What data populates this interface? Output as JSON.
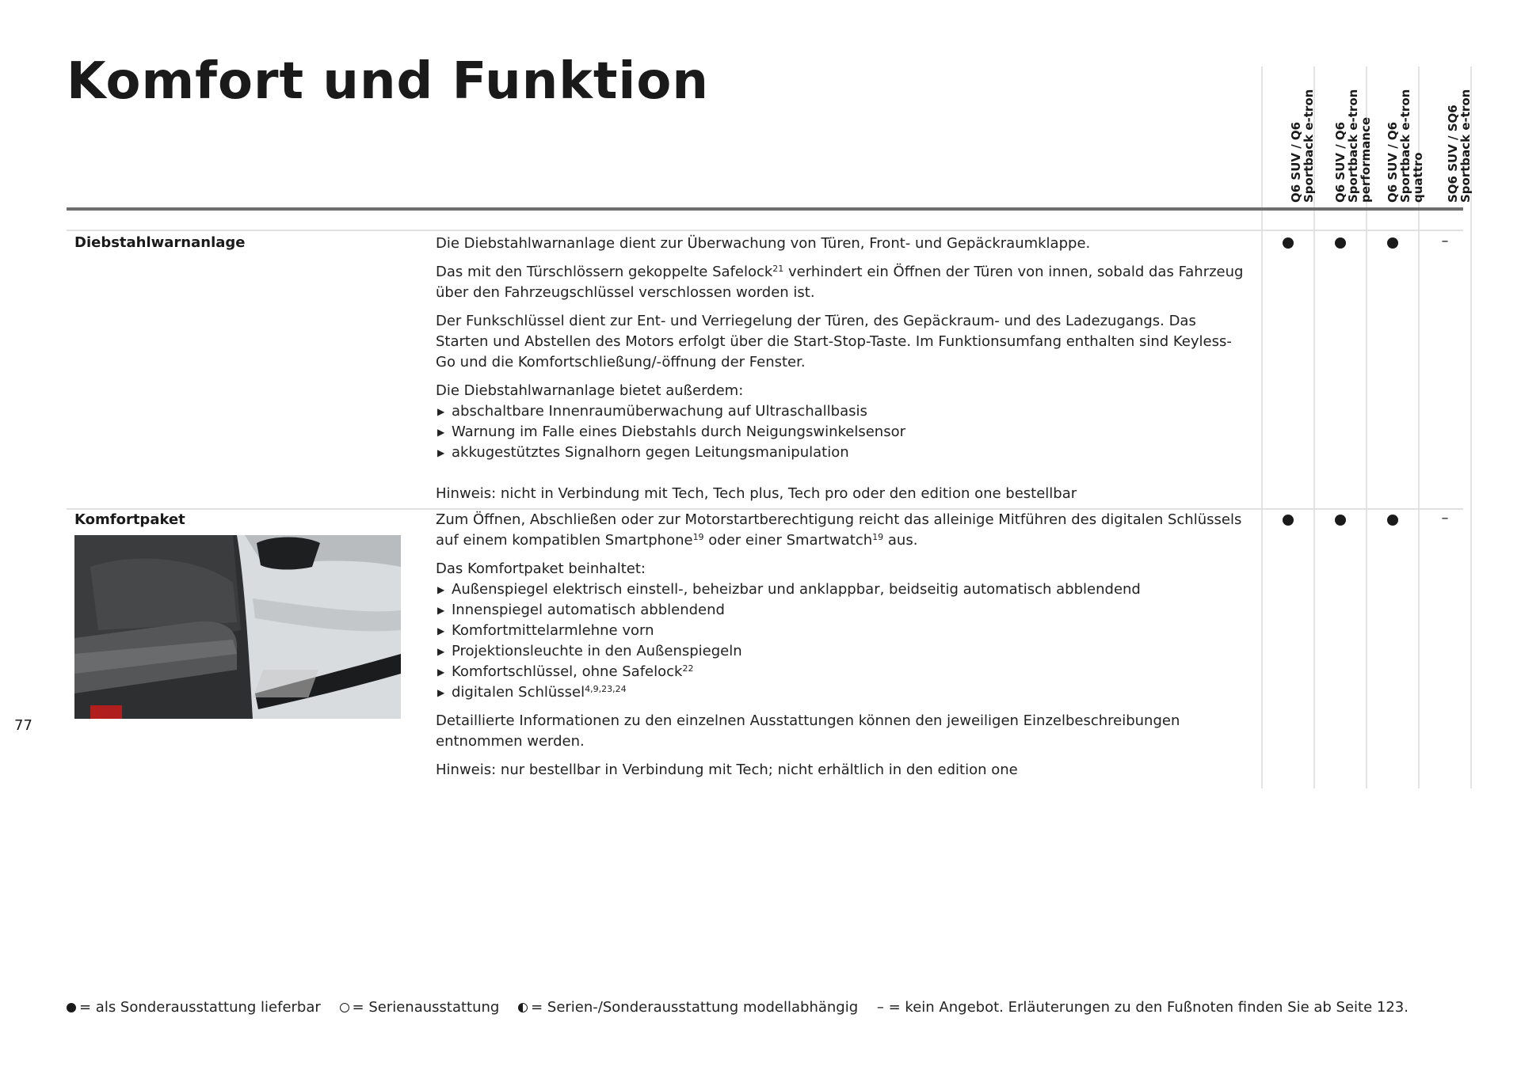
{
  "page": {
    "title": "Komfort und Funktion",
    "page_number": "77"
  },
  "columns": [
    {
      "line1": "Q6 SUV / Q6",
      "line2": "Sportback e-tron",
      "line3": ""
    },
    {
      "line1": "Q6 SUV / Q6",
      "line2": "Sportback e-tron",
      "line3": "performance"
    },
    {
      "line1": "Q6 SUV / Q6",
      "line2": "Sportback e-tron",
      "line3": "quattro"
    },
    {
      "line1": "SQ6 SUV / SQ6",
      "line2": "Sportback e-tron",
      "line3": ""
    }
  ],
  "rows": [
    {
      "label": "Diebstahlwarnanlage",
      "p1": "Die Diebstahlwarnanlage dient zur Überwachung von Türen, Front- und Gepäckraumklappe.",
      "p2a": "Das mit den Türschlössern gekoppelte Safelock",
      "p2sup": "21",
      "p2b": " verhindert ein Öffnen der Türen von innen, sobald das Fahrzeug über den Fahrzeugschlüssel verschlossen worden ist.",
      "p3": "Der Funkschlüssel dient zur Ent- und Verriegelung der Türen, des Gepäckraum- und des Ladezugangs. Das Starten und Abstellen des Motors erfolgt über die Start-Stop-Taste. Im Funktionsumfang enthalten sind Keyless-Go und die Komfortschließung/-öffnung der Fenster.",
      "list_intro": "Die Diebstahlwarnanlage bietet außerdem:",
      "bullets": [
        "abschaltbare Innenraumüberwachung auf Ultraschallbasis",
        "Warnung im Falle eines Diebstahls durch Neigungswinkelsensor",
        "akkugestütztes Signalhorn gegen Leitungsmanipulation"
      ],
      "note": "Hinweis: nicht in Verbindung mit Tech, Tech plus, Tech pro oder den edition one bestellbar",
      "availability": [
        "full",
        "full",
        "full",
        "none"
      ]
    },
    {
      "label": "Komfortpaket",
      "p1a": "Zum Öffnen, Abschließen oder zur Motorstartberechtigung reicht das alleinige Mitführen des digitalen Schlüssels auf einem kompatiblen Smartphone",
      "p1sup1": "19",
      "p1b": " oder einer Smartwatch",
      "p1sup2": "19",
      "p1c": " aus.",
      "list_intro": "Das Komfortpaket beinhaltet:",
      "bullets": [
        {
          "text": "Außenspiegel elektrisch einstell-, beheizbar und anklappbar, beidseitig automatisch abblendend",
          "sup": ""
        },
        {
          "text": "Innenspiegel automatisch abblendend",
          "sup": ""
        },
        {
          "text": "Komfortmittelarmlehne vorn",
          "sup": ""
        },
        {
          "text": "Projektionsleuchte in den Außenspiegeln",
          "sup": ""
        },
        {
          "text": "Komfortschlüssel, ohne Safelock",
          "sup": "22"
        },
        {
          "text": "digitalen Schlüssel",
          "sup": "4,9,23,24"
        }
      ],
      "p3": "Detaillierte Informationen zu den einzelnen Ausstattungen können den jeweiligen Einzelbeschreibungen entnommen werden.",
      "note": "Hinweis: nur bestellbar in Verbindung mit Tech; nicht erhältlich in den edition one",
      "availability": [
        "full",
        "full",
        "full",
        "none"
      ]
    }
  ],
  "symbols": {
    "none_mark": "–"
  },
  "legend": {
    "full": "= als Sonderausstattung lieferbar",
    "empty": "= Serienausstattung",
    "half": "= Serien-/Sonderausstattung modellabhängig",
    "none_symbol": "–",
    "none": "= kein Angebot. Erläuterungen zu den Fußnoten finden Sie ab Seite 123."
  }
}
